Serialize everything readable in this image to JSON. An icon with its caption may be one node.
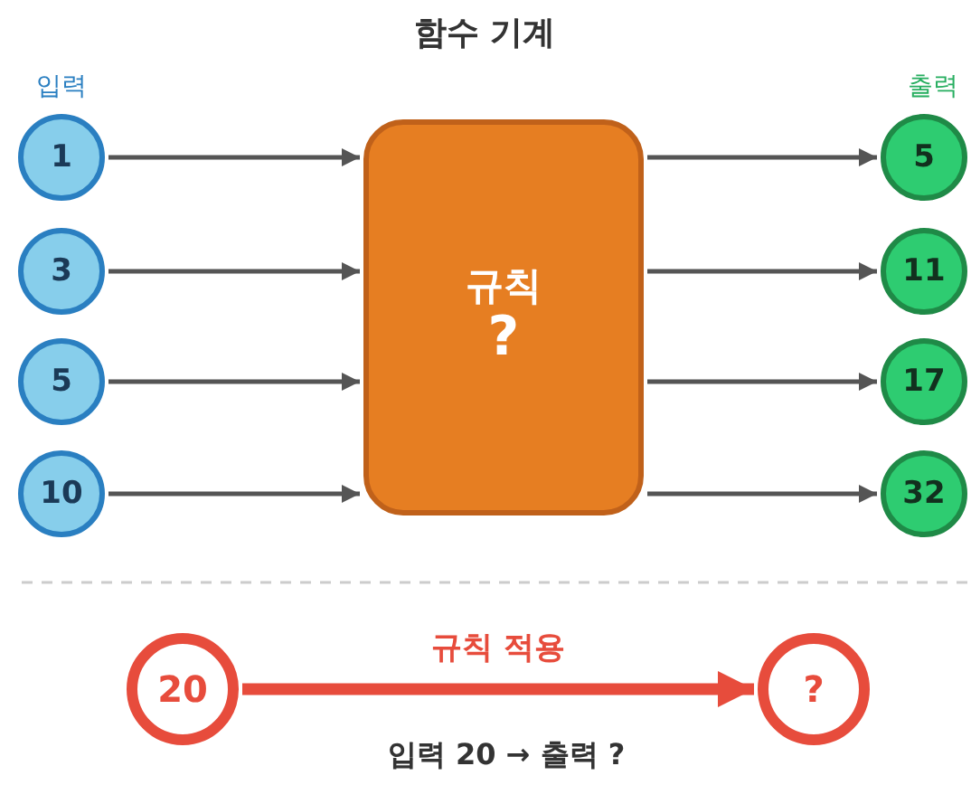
{
  "diagram": {
    "title": "함수 기계",
    "nodes": [
      {
        "text": [
          "1"
        ]
      },
      {
        "text": [
          "3"
        ]
      },
      {
        "text": [
          "5"
        ]
      },
      {
        "text": [
          "10"
        ]
      },
      {
        "text": [
          "규칙",
          "?"
        ]
      },
      {
        "text": [
          "5"
        ]
      },
      {
        "text": [
          "11"
        ]
      },
      {
        "text": [
          "17"
        ]
      },
      {
        "text": [
          "32"
        ]
      },
      {
        "text": [
          "20"
        ]
      },
      {
        "text": [
          "?"
        ]
      }
    ],
    "edges": [
      {
        "from": 0,
        "to": 4,
        "arrow": "to"
      },
      {
        "from": 1,
        "to": 4,
        "arrow": "to"
      },
      {
        "from": 2,
        "to": 4,
        "arrow": "to"
      },
      {
        "from": 3,
        "to": 4,
        "arrow": "to"
      },
      {
        "from": 4,
        "to": 5,
        "arrow": "to"
      },
      {
        "from": 4,
        "to": 6,
        "arrow": "to"
      },
      {
        "from": 4,
        "to": 7,
        "arrow": "to"
      },
      {
        "from": 4,
        "to": 8,
        "arrow": "to"
      },
      {
        "from": 9,
        "to": 10,
        "arrow": "to",
        "label": "규칙 적용",
        "style": "thick",
        "color": "#e74c3c"
      }
    ],
    "labels": [
      "입력",
      "출력",
      "입력 20 → 출력 ?"
    ]
  }
}
